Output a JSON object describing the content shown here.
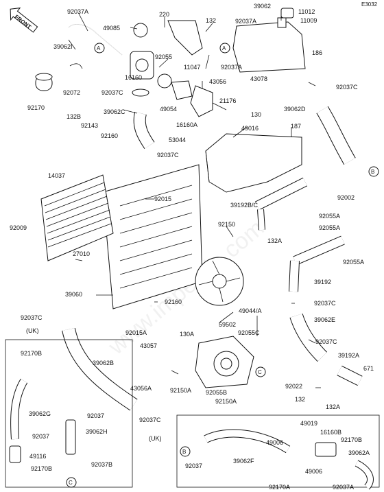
{
  "diagram": {
    "code": "E3032",
    "front_label": "FRONT",
    "region_label_uk": "(UK)",
    "watermark": "www.impex-jp.com",
    "parts": [
      "92037A",
      "220",
      "132",
      "39062",
      "11012",
      "11009",
      "92037A",
      "49085",
      "39062I",
      "11047",
      "16160",
      "92055",
      "92072",
      "92037C",
      "49054",
      "43056",
      "21176",
      "130",
      "16160A",
      "92037A",
      "43078",
      "186",
      "92037C",
      "39062D",
      "92170",
      "132B",
      "92143",
      "39062C",
      "187",
      "92160",
      "53044",
      "49016",
      "92037C",
      "14037",
      "92015",
      "39192B/C",
      "92002",
      "92055A",
      "92055A",
      "92009",
      "92150",
      "132A",
      "92055A",
      "27010",
      "39192",
      "39060",
      "92160",
      "92037C",
      "92037C",
      "92015A",
      "39062E",
      "130A",
      "59502",
      "49044/A",
      "92055C",
      "92037C",
      "43057",
      "39192A",
      "92170B",
      "39062B",
      "671",
      "92022",
      "92150A",
      "43056A",
      "92055B",
      "132",
      "132A",
      "92150A",
      "92037C",
      "39062G",
      "92037",
      "39062H",
      "92037",
      "49019",
      "16160B",
      "49116",
      "92170B",
      "92037B",
      "92170B",
      "49006",
      "49006",
      "39062A",
      "92037",
      "39062F",
      "92170A",
      "(UK)"
    ],
    "callouts": [
      "A",
      "A",
      "B",
      "B",
      "C",
      "C"
    ],
    "icons": [
      "front-arrow-icon"
    ]
  }
}
